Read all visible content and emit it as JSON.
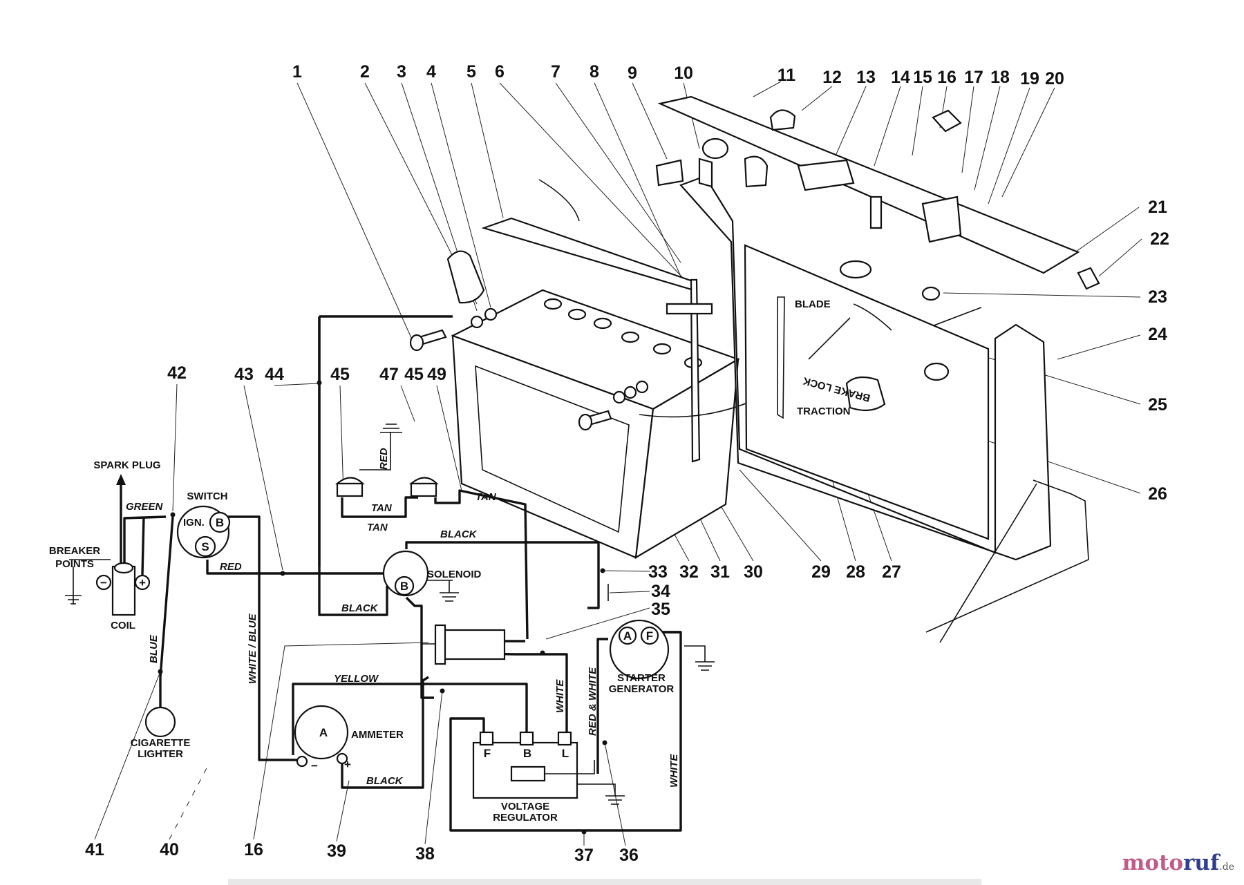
{
  "callouts": [
    "1",
    "2",
    "3",
    "4",
    "5",
    "6",
    "7",
    "8",
    "9",
    "10",
    "11",
    "12",
    "13",
    "14",
    "15",
    "16",
    "17",
    "18",
    "19",
    "20",
    "21",
    "22",
    "23",
    "24",
    "25",
    "26",
    "27",
    "28",
    "29",
    "30",
    "31",
    "32",
    "33",
    "34",
    "35",
    "36",
    "37",
    "38",
    "39",
    "40",
    "41",
    "42",
    "43",
    "44",
    "45",
    "47",
    "45",
    "49",
    "16"
  ],
  "components": {
    "spark_plug": "SPARK PLUG",
    "breaker_points": [
      "BREAKER",
      "POINTS"
    ],
    "coil": "COIL",
    "switch": "SWITCH",
    "switch_ign": "IGN.",
    "switch_b": "B",
    "switch_s": "S",
    "solenoid": "SOLENOID",
    "solenoid_b": "B",
    "starter_generator": [
      "STARTER",
      "GENERATOR"
    ],
    "starter_a": "A",
    "starter_f": "F",
    "cigarette_lighter": [
      "CIGARETTE",
      "LIGHTER"
    ],
    "ammeter": "AMMETER",
    "ammeter_a": "A",
    "ammeter_minus": "−",
    "ammeter_plus": "+",
    "coil_minus": "−",
    "coil_plus": "+",
    "voltage_regulator": [
      "VOLTAGE",
      "REGULATOR"
    ],
    "regulator_f": "F",
    "regulator_b": "B",
    "regulator_l": "L"
  },
  "wires": {
    "green": "GREEN",
    "red_switch": "RED",
    "red_vertical": "RED",
    "tan_upper": "TAN",
    "tan_lower": "TAN",
    "tan_right": "TAN",
    "black_upper": "BLACK",
    "black_lower": "BLACK",
    "black_ammeter": "BLACK",
    "blue": "BLUE",
    "white_blue": "WHITE / BLUE",
    "yellow": "YELLOW",
    "white_reg": "WHITE",
    "red_white": "RED & WHITE",
    "white_right": "WHITE"
  },
  "panel_marks": {
    "blade": "BLADE",
    "brake_lock": "BRAKE LOCK",
    "traction": "TRACTION"
  },
  "watermark": {
    "part1": "moto",
    "part2": "ruf",
    "part3": ".de"
  }
}
